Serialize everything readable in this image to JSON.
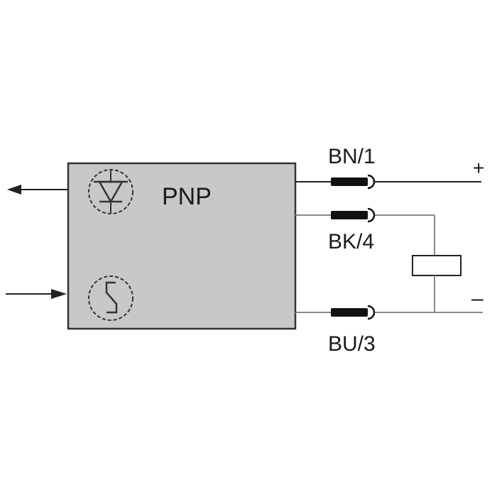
{
  "block": {
    "label": "PNP",
    "fill_color": "#c8c8c8",
    "border_color": "#333333"
  },
  "wires": [
    {
      "label": "BN/1",
      "color_code": "BN",
      "pin": "1"
    },
    {
      "label": "BK/4",
      "color_code": "BK",
      "pin": "4"
    },
    {
      "label": "BU/3",
      "color_code": "BU",
      "pin": "3"
    }
  ],
  "supply": {
    "positive": "+",
    "negative": "–"
  },
  "symbols": {
    "emitter": "diode-emitter-icon",
    "receiver": "receiver-icon",
    "load": "load-resistor-icon",
    "connector": "connector-icon"
  }
}
